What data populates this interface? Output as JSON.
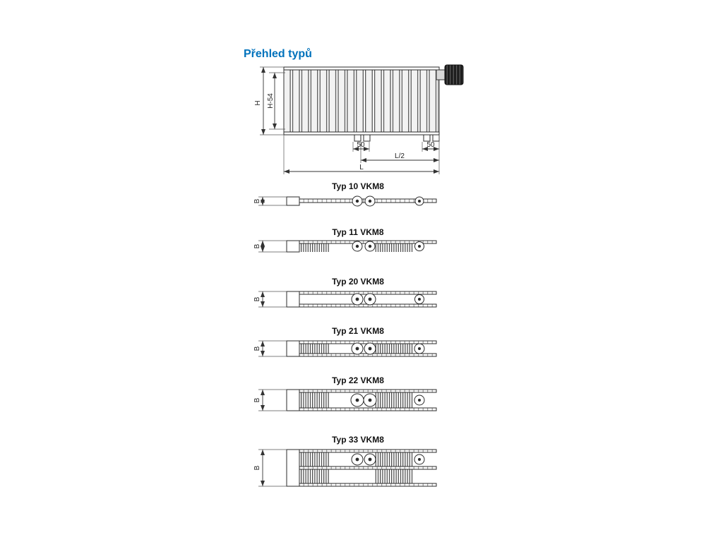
{
  "page_title": "Přehled typů",
  "accent_color": "#0072bc",
  "front_view": {
    "dim_height": "H",
    "dim_height_inner": "H-54",
    "dim_offset_left": "50",
    "dim_offset_right": "50",
    "dim_half_length": "L/2",
    "dim_length": "L"
  },
  "sections": [
    {
      "label": "Typ 10 VKM8",
      "dim_depth": "B"
    },
    {
      "label": "Typ 11 VKM8",
      "dim_depth": "B"
    },
    {
      "label": "Typ 20 VKM8",
      "dim_depth": "B"
    },
    {
      "label": "Typ 21 VKM8",
      "dim_depth": "B"
    },
    {
      "label": "Typ 22 VKM8",
      "dim_depth": "B"
    },
    {
      "label": "Typ 33 VKM8",
      "dim_depth": "B"
    }
  ]
}
